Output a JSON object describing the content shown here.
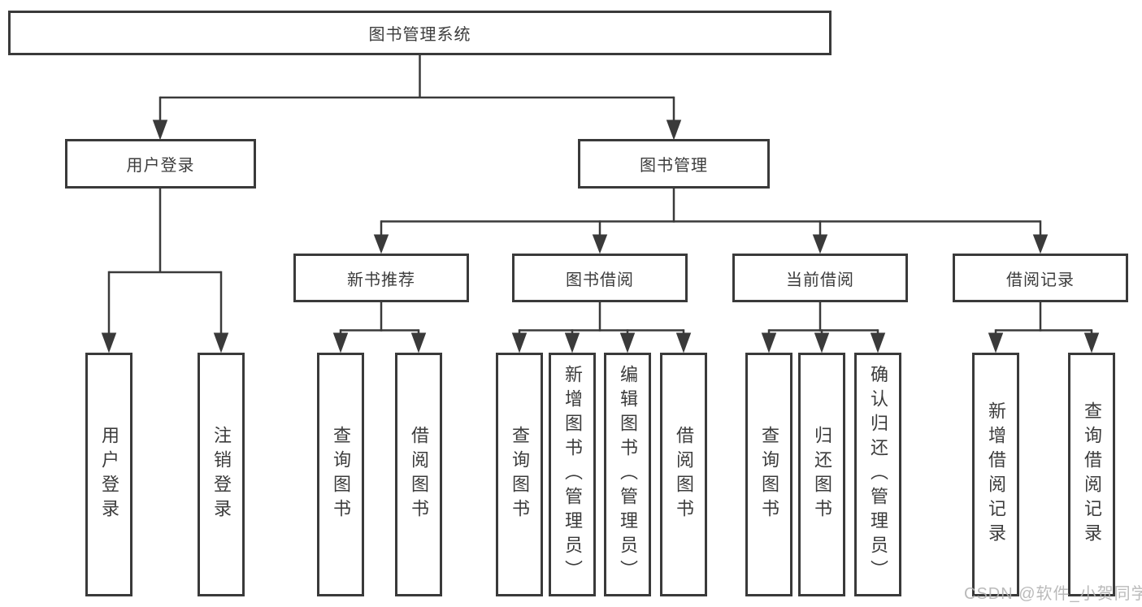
{
  "tree": {
    "root": {
      "label": "图书管理系统"
    },
    "branches": [
      {
        "label": "用户登录",
        "children": [
          {
            "label": "用户登录"
          },
          {
            "label": "注销登录"
          }
        ]
      },
      {
        "label": "图书管理",
        "children": [
          {
            "label": "新书推荐",
            "children": [
              {
                "label": "查询图书"
              },
              {
                "label": "借阅图书"
              }
            ]
          },
          {
            "label": "图书借阅",
            "children": [
              {
                "label": "查询图书"
              },
              {
                "label": "新增图书（管理员）"
              },
              {
                "label": "编辑图书（管理员）"
              },
              {
                "label": "借阅图书"
              }
            ]
          },
          {
            "label": "当前借阅",
            "children": [
              {
                "label": "查询图书"
              },
              {
                "label": "归还图书"
              },
              {
                "label": "确认归还（管理员）"
              }
            ]
          },
          {
            "label": "借阅记录",
            "children": [
              {
                "label": "新增借阅记录"
              },
              {
                "label": "查询借阅记录"
              }
            ]
          }
        ]
      }
    ]
  },
  "watermark": "CSDN @软件_小贺同学",
  "colors": {
    "line": "#3a3a3a",
    "text": "#3c3c3c",
    "box_background": "#ffffff",
    "page_background": "#ffffff",
    "watermark": "#b3b3b3"
  }
}
